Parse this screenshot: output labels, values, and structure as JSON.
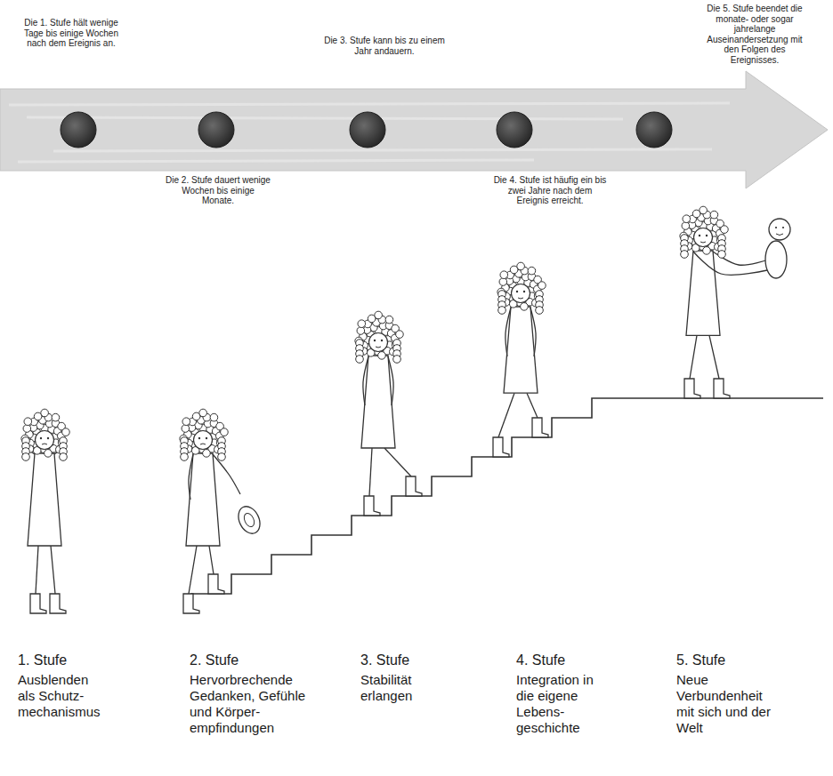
{
  "diagram": {
    "nodes": [
      {
        "text": [
          "Die 1. Stufe hält wenige Tage bis einige Wochen nach dem Ereignis an."
        ]
      },
      {
        "text": [
          "Die 2. Stufe dauert wenige Wochen bis einige Monate."
        ]
      },
      {
        "text": [
          "Die 3. Stufe kann bis zu einem Jahr andauern."
        ]
      },
      {
        "text": [
          "Die 4. Stufe ist häufig ein bis zwei Jahre nach dem Ereignis erreicht."
        ]
      },
      {
        "text": [
          "Die 5. Stufe beendet die monate- oder sogar jahrelange Auseinandersetzung mit den Folgen des Ereignisses."
        ]
      }
    ],
    "labels": [
      "1. Stufe",
      "Ausblenden als Schutz- mechanismus",
      "2. Stufe",
      "Hervorbrechende Gedanken, Gefühle und Körper- empfindungen",
      "3. Stufe",
      "Stabilität erlangen",
      "4. Stufe",
      "Integration in die eigene Lebens- geschichte",
      "5. Stufe",
      "Neue Verbundenheit mit sich und der Welt"
    ]
  }
}
